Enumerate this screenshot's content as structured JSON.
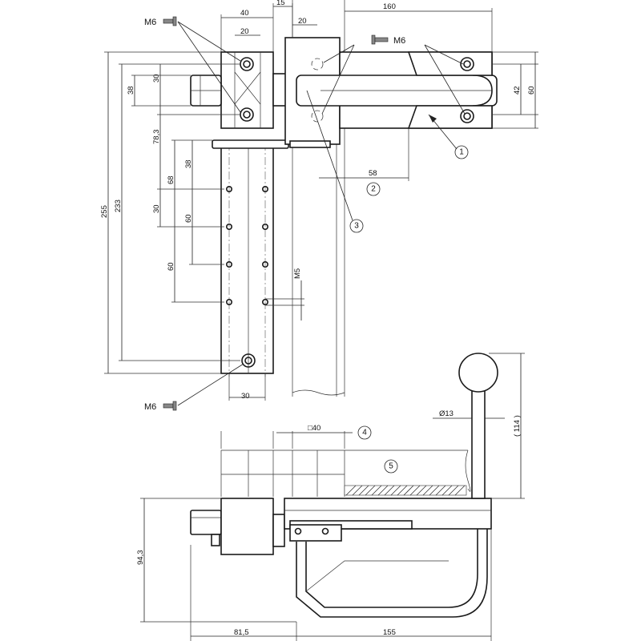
{
  "drawing": {
    "dimensions": {
      "top_40": "40",
      "top_15": "15",
      "top_160": "160",
      "top_20_left": "20",
      "top_20_right": "20",
      "left_30": "30",
      "left_38": "38",
      "left_78_3": "78,3",
      "left_38b": "38",
      "left_68": "68",
      "left_30b": "30",
      "left_60": "60",
      "left_60b": "60",
      "left_255": "255",
      "left_233": "233",
      "right_42": "42",
      "right_60": "60",
      "mid_58": "58",
      "m5": "M5",
      "bottom_30": "30",
      "d13": "Ø13",
      "h114": "( 114 )",
      "sq40": "□40",
      "h94_3": "94,3",
      "w81_5": "81,5",
      "w155": "155"
    },
    "screw_labels": {
      "m6_top_left": "M6",
      "m6_top_right": "M6",
      "m6_bottom": "M6"
    },
    "callouts": [
      "1",
      "2",
      "3",
      "4",
      "5"
    ]
  }
}
